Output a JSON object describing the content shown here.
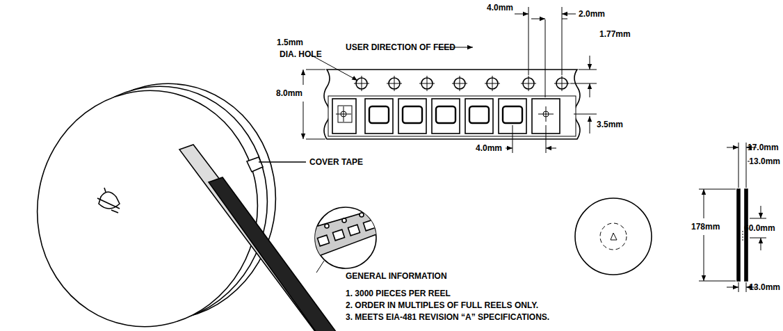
{
  "diagram": {
    "labels": [
      "4.0mm",
      "2.0mm",
      "1.5mm",
      "DIA. HOLE",
      "USER DIRECTION OF FEED",
      "1.77mm",
      "8.0mm",
      "3.5mm",
      "4.0mm",
      "COVER TAPE",
      "17.0mm",
      "13.0mm",
      "178mm",
      "60.0mm",
      "13.0mm",
      "GENERAL INFORMATION",
      "1. 3000 PIECES PER REEL",
      "2. ORDER IN MULTIPLES OF FULL REELS ONLY.",
      "3. MEETS EIA-481 REVISION “A” SPECIFICATIONS."
    ]
  }
}
